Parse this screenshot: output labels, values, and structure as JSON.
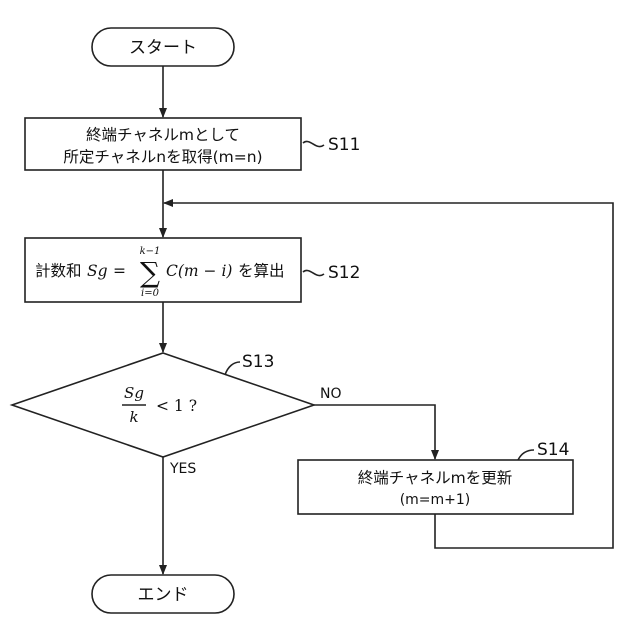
{
  "start": {
    "label": "スタート"
  },
  "end": {
    "label": "エンド"
  },
  "s11": {
    "line1": "終端チャネルmとして",
    "line2": "所定チャネルnを取得(m=n)",
    "step": "S11"
  },
  "s12": {
    "prefix": "計数和",
    "lhs": "Sg",
    "eq": "=",
    "sum_upper": "k−1",
    "sum_lower": "i=0",
    "term": "C(m − i)",
    "suffix": "を算出",
    "step": "S12"
  },
  "s13": {
    "numerator": "Sg",
    "denominator": "k",
    "condition": "< 1 ?",
    "step": "S13",
    "no_label": "NO",
    "yes_label": "YES"
  },
  "s14": {
    "line1": "終端チャネルmを更新",
    "line2": "(m=m+1)",
    "step": "S14"
  }
}
